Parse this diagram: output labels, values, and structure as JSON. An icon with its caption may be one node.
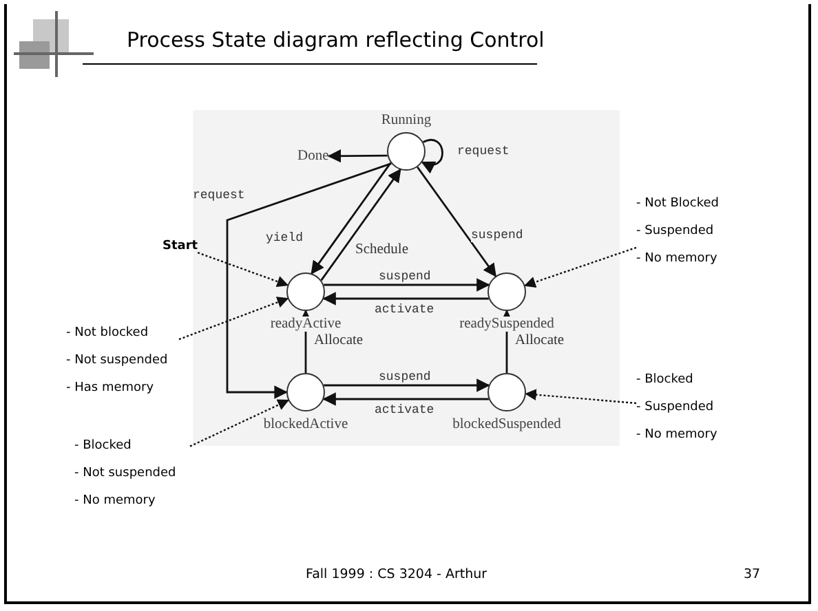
{
  "diagram": {
    "title": "Process State diagram reflecting Control",
    "nodes": [
      {
        "text": [
          "Running"
        ]
      },
      {
        "text": [
          "Done"
        ]
      },
      {
        "text": [
          "readyActive"
        ]
      },
      {
        "text": [
          "readySuspended"
        ]
      },
      {
        "text": [
          "blockedActive"
        ]
      },
      {
        "text": [
          "blockedSuspended"
        ]
      },
      {
        "text": [
          "Start"
        ]
      },
      {
        "text": [
          "- Not blocked",
          "- Not suspended",
          "- Has memory"
        ]
      },
      {
        "text": [
          "- Not Blocked",
          "- Suspended",
          "- No memory"
        ]
      },
      {
        "text": [
          "- Blocked",
          "- Suspended",
          "- No memory"
        ]
      },
      {
        "text": [
          "- Blocked",
          "- Not suspended",
          "- No memory"
        ]
      }
    ],
    "edges": [
      {
        "from": 0,
        "to": 1,
        "arrow": "to"
      },
      {
        "from": 0,
        "to": 0,
        "label": "request",
        "arrow": "to"
      },
      {
        "from": 0,
        "to": 4,
        "label": "request",
        "arrow": "to"
      },
      {
        "from": 0,
        "to": 2,
        "label": "yield",
        "arrow": "to"
      },
      {
        "from": 2,
        "to": 0,
        "label": "Schedule",
        "arrow": "to"
      },
      {
        "from": 0,
        "to": 3,
        "label": "suspend",
        "arrow": "to"
      },
      {
        "from": 2,
        "to": 3,
        "label": "suspend",
        "arrow": "to"
      },
      {
        "from": 3,
        "to": 2,
        "label": "activate",
        "arrow": "to"
      },
      {
        "from": 4,
        "to": 2,
        "label": "Allocate",
        "arrow": "to"
      },
      {
        "from": 5,
        "to": 3,
        "label": "Allocate",
        "arrow": "to"
      },
      {
        "from": 4,
        "to": 5,
        "label": "suspend",
        "arrow": "to"
      },
      {
        "from": 5,
        "to": 4,
        "label": "activate",
        "arrow": "to"
      },
      {
        "from": 6,
        "to": 2,
        "arrow": "to",
        "style": "dashed"
      },
      {
        "from": 7,
        "to": 2,
        "arrow": "to",
        "style": "dashed"
      },
      {
        "from": 8,
        "to": 3,
        "arrow": "to",
        "style": "dashed"
      },
      {
        "from": 9,
        "to": 5,
        "arrow": "to",
        "style": "dashed"
      },
      {
        "from": 10,
        "to": 4,
        "arrow": "to",
        "style": "dashed"
      }
    ],
    "labels": [
      "Fall 1999 : CS 3204 - Arthur",
      "37"
    ]
  }
}
